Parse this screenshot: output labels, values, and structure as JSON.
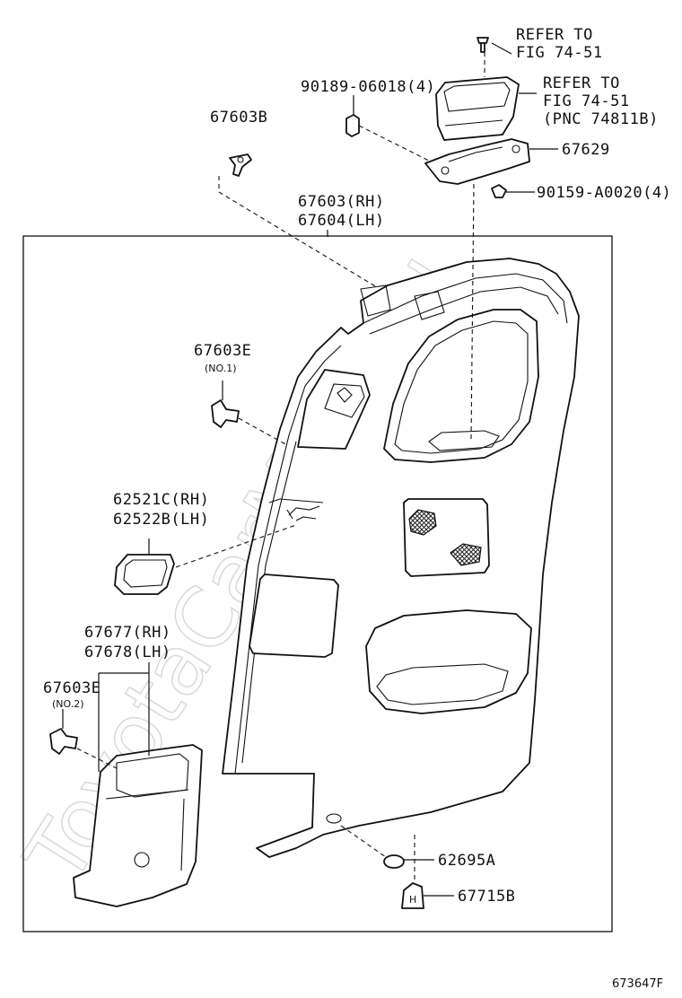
{
  "watermark": "ToyotaCarMine.ru",
  "figure_code": "673647F",
  "labels": {
    "refer_top_1": "REFER TO",
    "refer_top_2": "FIG 74-51",
    "refer_mid_1": "REFER TO",
    "refer_mid_2": "FIG 74-51",
    "refer_mid_3": "(PNC 74811B)",
    "p90189": "90189-06018(4)",
    "p67629": "67629",
    "p90159": "90159-A0020(4)",
    "p67603b": "67603B",
    "p67603_rh": "67603(RH)",
    "p67604_lh": "67604(LH)",
    "p67603e_1": "67603E",
    "p67603e_1_sub": "(NO.1)",
    "p62521c": "62521C(RH)",
    "p62522b": "62522B(LH)",
    "p67677": "67677(RH)",
    "p67678": "67678(LH)",
    "p67603e_2": "67603E",
    "p67603e_2_sub": "(NO.2)",
    "p62695a": "62695A",
    "p67715b": "67715B"
  },
  "colors": {
    "line": "#111111",
    "watermark": "#d9d9d9",
    "background": "#ffffff"
  }
}
